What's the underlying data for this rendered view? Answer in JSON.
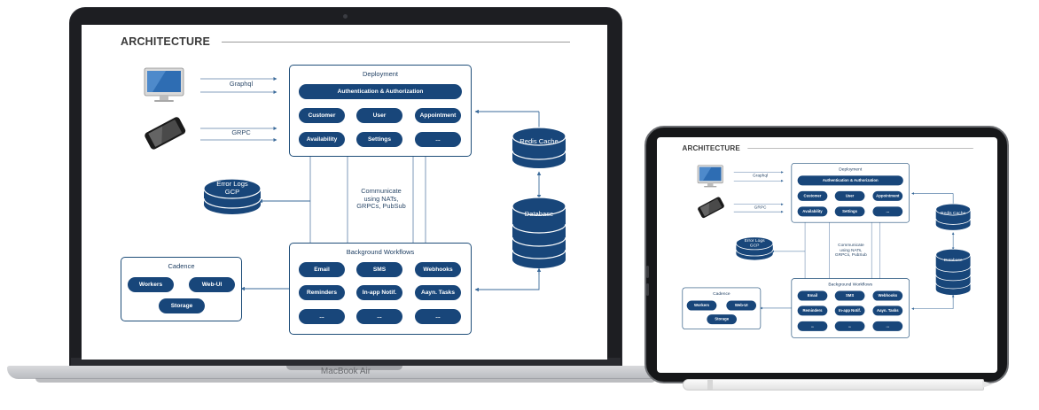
{
  "device": {
    "laptop_brand": "MacBook Air"
  },
  "diagram": {
    "title": "ARCHITECTURE",
    "clients": {
      "graphql_label": "Graphql",
      "grpc_label": "GRPC"
    },
    "deployment": {
      "title": "Deployment",
      "auth": "Authentication & Authorization",
      "row1": [
        "Customer",
        "User",
        "Appointment"
      ],
      "row2": [
        "Availability",
        "Settings",
        "..."
      ]
    },
    "communicate_note": [
      "Communicate",
      "using NATs,",
      "GRPCs, PubSub"
    ],
    "error_logs": [
      "Error Logs",
      "GCP"
    ],
    "redis": "Redis Cache",
    "database": "Database",
    "background": {
      "title": "Background Workflows",
      "row1": [
        "Email",
        "SMS",
        "Webhooks"
      ],
      "row2": [
        "Reminders",
        "In-app Notif.",
        "Aayn. Tasks"
      ],
      "row3": [
        "...",
        "...",
        "..."
      ]
    },
    "cadence": {
      "title": "Cadence",
      "items": [
        "Workers",
        "Web-UI",
        "Storage"
      ]
    },
    "colors": {
      "primary": "#18467a",
      "panel_border": "#1f4e79",
      "arrow": "#3a6a9a"
    }
  }
}
